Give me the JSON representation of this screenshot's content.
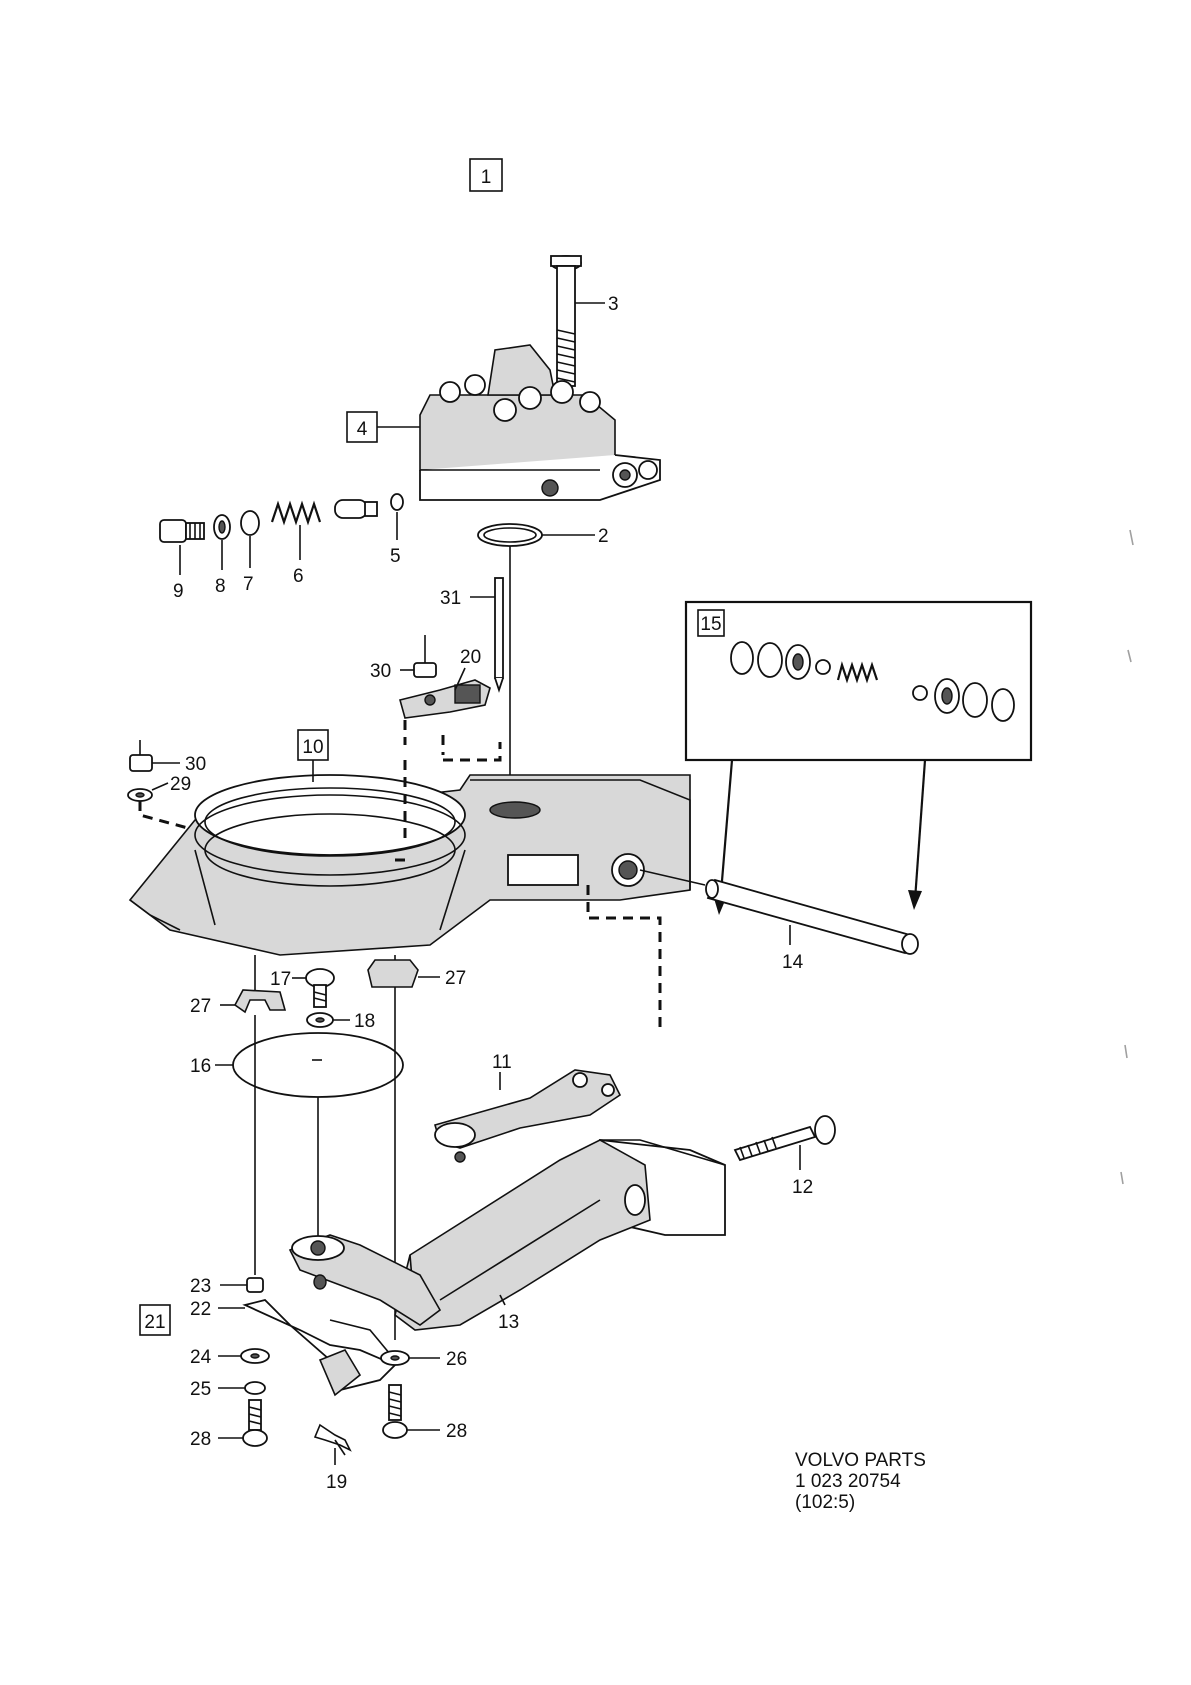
{
  "callouts": {
    "c1": "1",
    "c2": "2",
    "c3": "3",
    "c4": "4",
    "c5": "5",
    "c6": "6",
    "c7": "7",
    "c8": "8",
    "c9": "9",
    "c10": "10",
    "c11": "11",
    "c12": "12",
    "c13": "13",
    "c14": "14",
    "c15": "15",
    "c16": "16",
    "c17": "17",
    "c18": "18",
    "c19": "19",
    "c20": "20",
    "c21": "21",
    "c22": "22",
    "c23": "23",
    "c24": "24",
    "c25": "25",
    "c26": "26",
    "c27a": "27",
    "c27b": "27",
    "c28a": "28",
    "c28b": "28",
    "c29": "29",
    "c30a": "30",
    "c30b": "30",
    "c31": "31"
  },
  "footer": {
    "line1": "VOLVO PARTS",
    "line2": "1 023  20754",
    "line3": "(102:5)"
  }
}
